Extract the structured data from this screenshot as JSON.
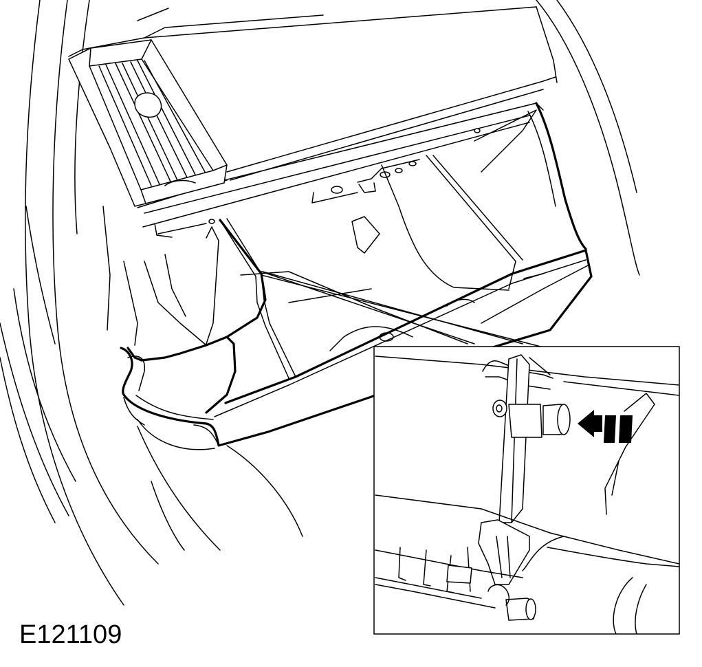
{
  "figure": {
    "id_label": "E121109"
  },
  "palette": {
    "line": "#000000",
    "background": "#ffffff"
  },
  "parts": {
    "air_vent": "air-vent",
    "glovebox": "glovebox",
    "detail_inset": "glovebox-damper-detail",
    "direction_arrow": "push-arrow"
  }
}
